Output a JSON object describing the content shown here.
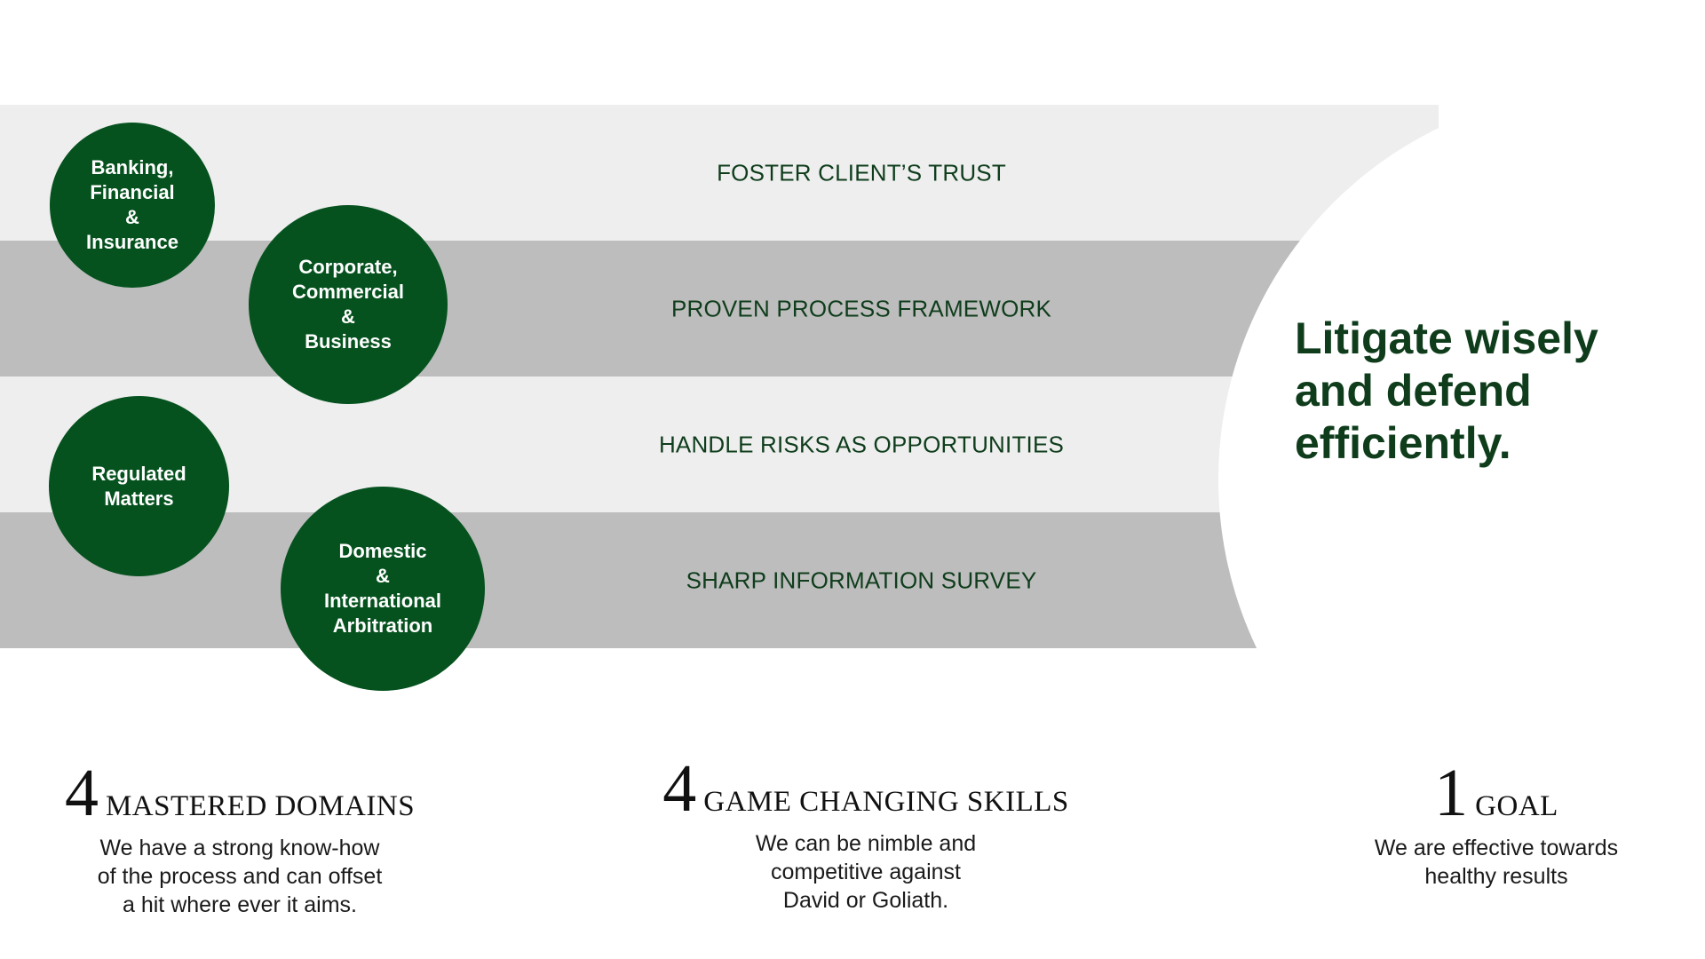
{
  "bands": [
    {
      "label": "FOSTER CLIENT’S TRUST"
    },
    {
      "label": "PROVEN PROCESS FRAMEWORK"
    },
    {
      "label": "HANDLE RISKS AS OPPORTUNITIES"
    },
    {
      "label": "SHARP INFORMATION SURVEY"
    }
  ],
  "headline": "Litigate wisely\nand defend\nefficiently.",
  "domains": [
    {
      "label": "Banking,\nFinancial\n&\nInsurance"
    },
    {
      "label": "Corporate,\nCommercial\n&\nBusiness"
    },
    {
      "label": "Regulated\nMatters"
    },
    {
      "label": "Domestic\n&\nInternational\nArbitration"
    }
  ],
  "stats": [
    {
      "number": "4",
      "title": "MASTERED DOMAINS",
      "description": "We have a strong know-how\nof the process and can offset\na hit where ever it aims."
    },
    {
      "number": "4",
      "title": "GAME CHANGING SKILLS",
      "description": "We can be nimble and\ncompetitive against\nDavid or Goliath."
    },
    {
      "number": "1",
      "title": "GOAL",
      "description": "We are effective towards\nhealthy results"
    }
  ],
  "colors": {
    "brand_green": "#05521e",
    "text_green": "#0f3d1c",
    "band_light": "#eeeeee",
    "band_dark": "#bdbdbd"
  }
}
